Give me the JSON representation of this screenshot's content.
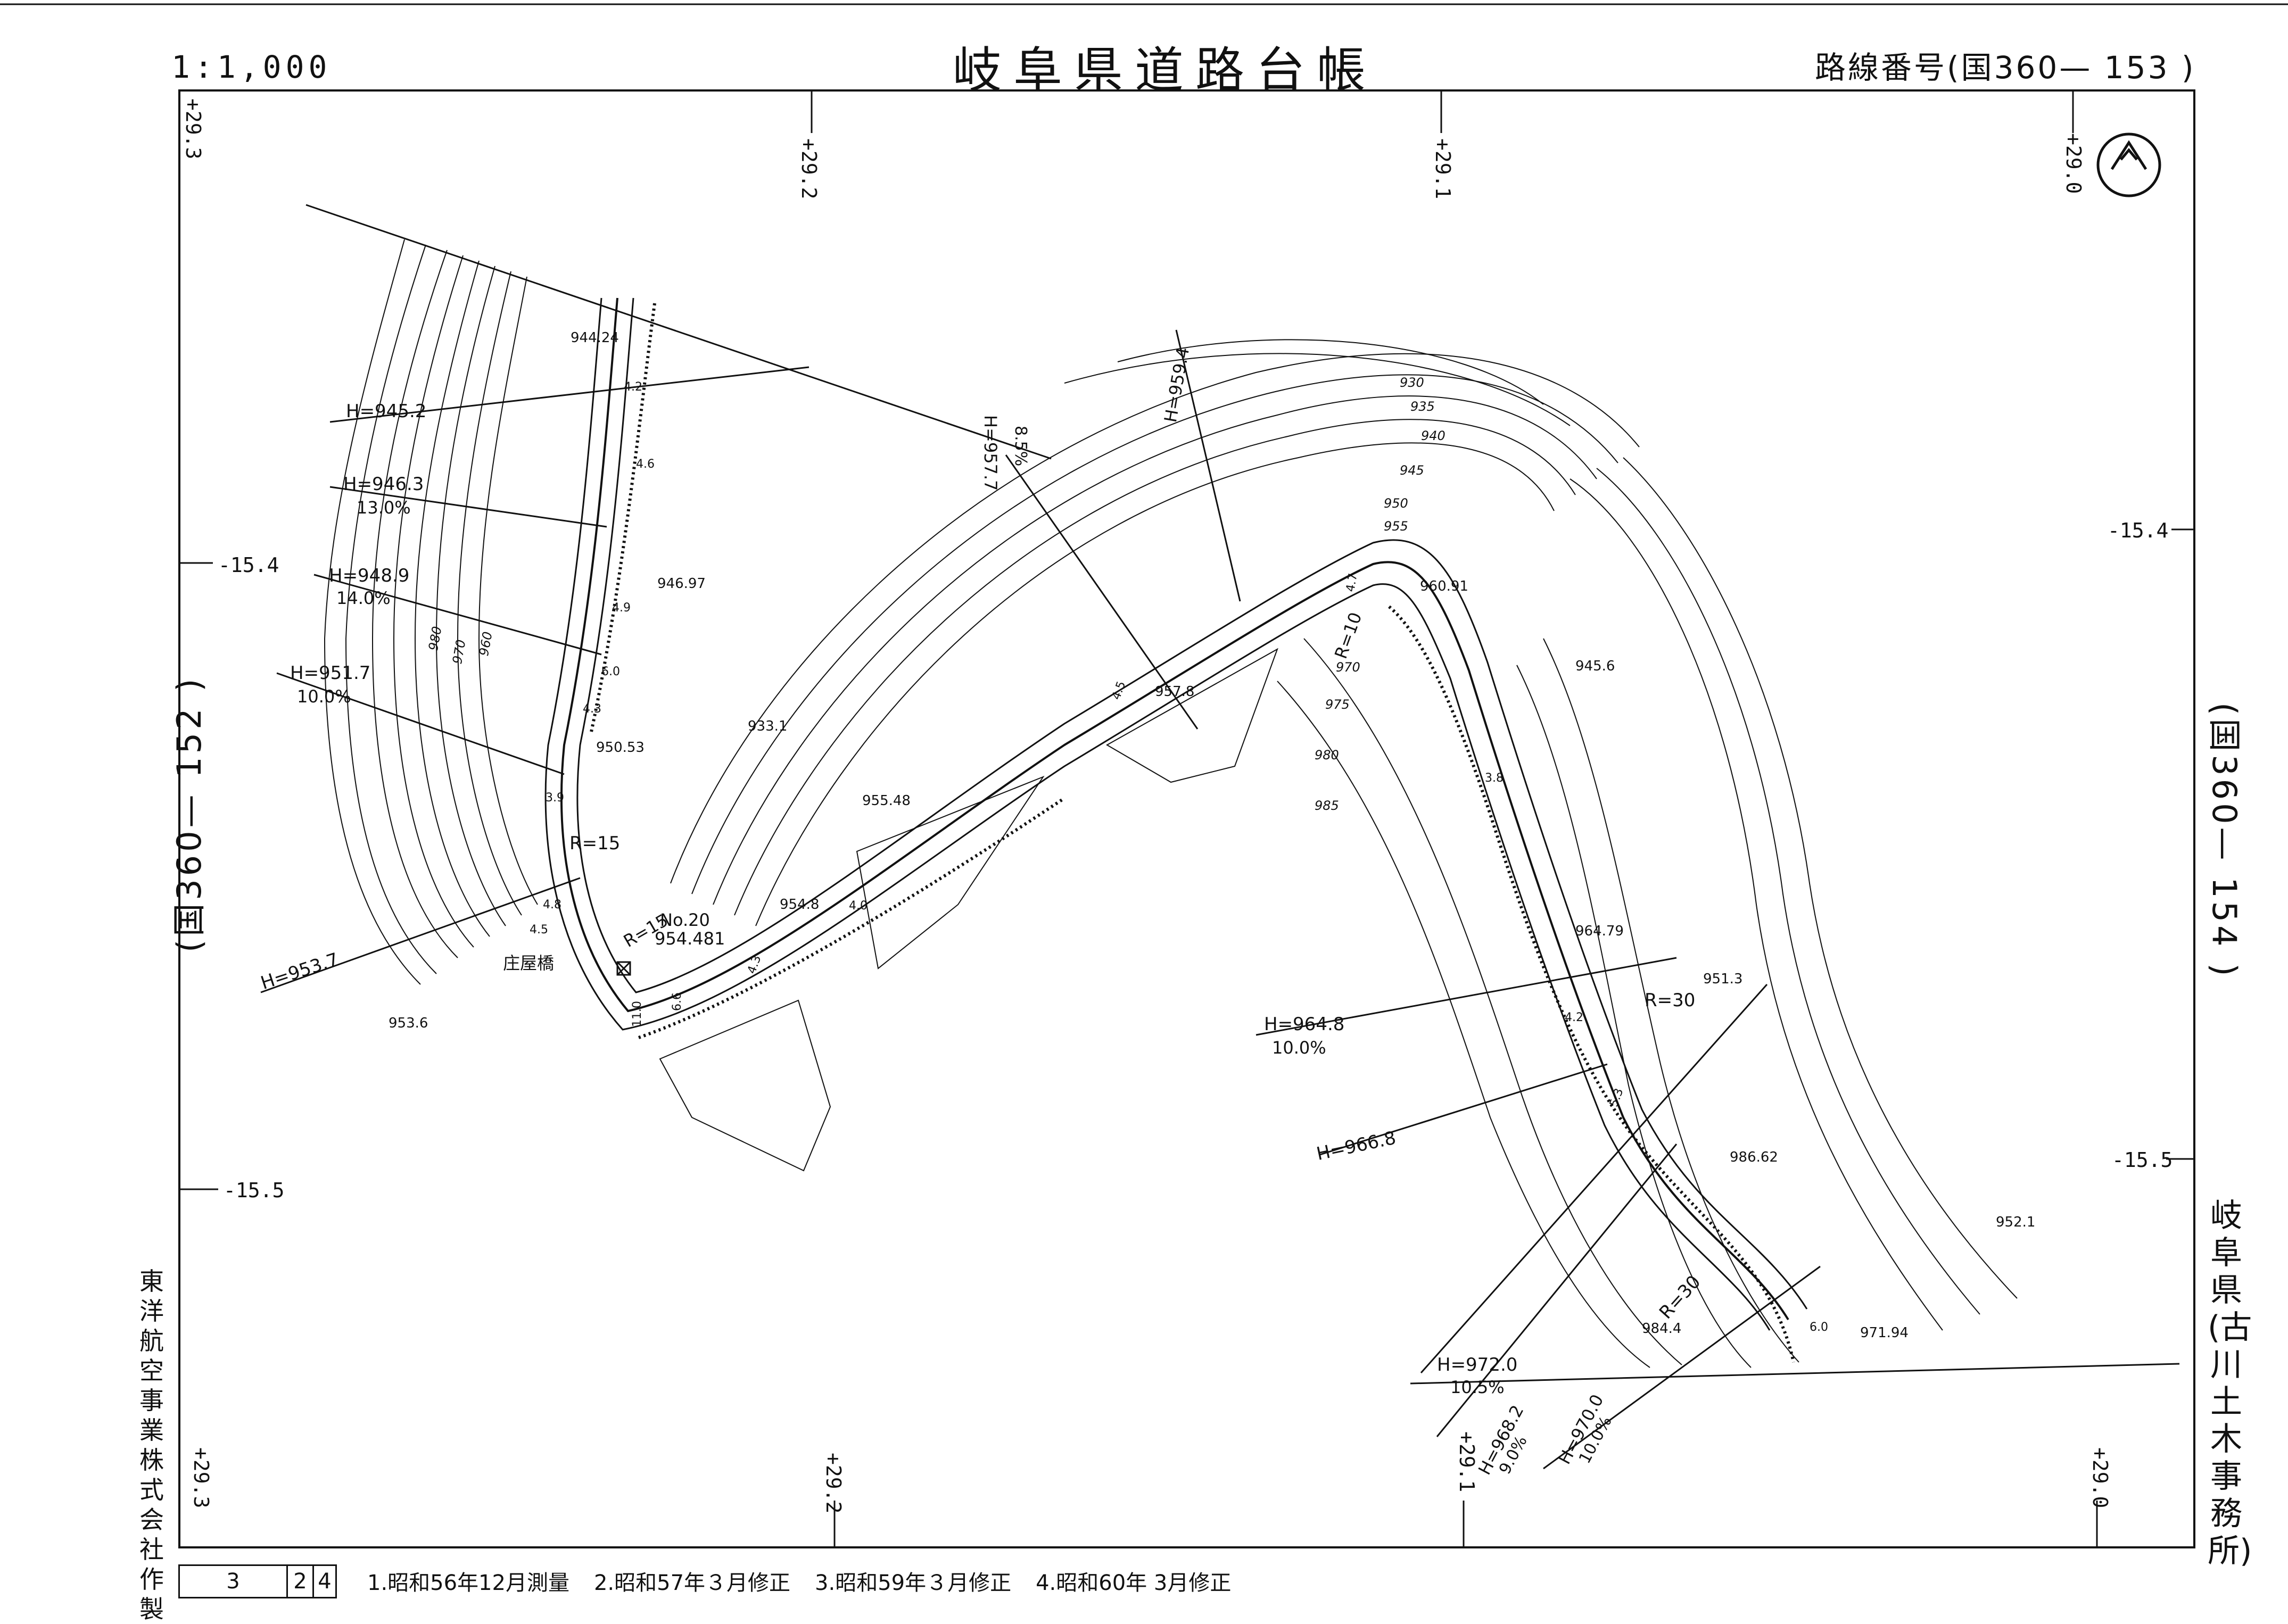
{
  "header": {
    "scale": "1:1,000",
    "title": "岐阜県道路台帳",
    "route_number": "路線番号(国360— 153 )"
  },
  "adjacent_sheets": {
    "left": "(国360— 152 )",
    "right": "(国360— 154 )"
  },
  "office": "岐阜県(古川土木事務所)",
  "maker": "東洋航空事業株式会社作製",
  "sheet_numbers": [
    "3",
    "2",
    "4"
  ],
  "revision_history": [
    "1.昭和56年12月測量",
    "2.昭和57年３月修正",
    "3.昭和59年３月修正",
    "4.昭和60年 3月修正"
  ],
  "grid": {
    "top": [
      "+29.3",
      "+29.2",
      "+29.1",
      "+29.0"
    ],
    "bottom": [
      "+29.3",
      "+29.2",
      "+29.1",
      "+29.0"
    ],
    "left": [
      "-15.4",
      "-15.5"
    ],
    "right": [
      "-15.4",
      "-15.5"
    ]
  },
  "map_labels": {
    "h_labels": [
      "H=945.2",
      "H=946.3",
      "H=948.9",
      "H=951.7",
      "H=953.7",
      "H=957.7",
      "H=959.4",
      "H=964.8",
      "H=966.8",
      "H=972.0",
      "H=968.2",
      "H=970.0"
    ],
    "grades": [
      "13.0%",
      "14.0%",
      "10.0%",
      "8.5%",
      "10.0%",
      "10.5%",
      "9.0%",
      "10.0%"
    ],
    "spot_heights": [
      "944.24",
      "946.97",
      "950.53",
      "933.1",
      "955.48",
      "954.8",
      "957.8",
      "960.91",
      "945.6",
      "964.79",
      "951.3",
      "986.62",
      "952.1",
      "984.4",
      "971.94",
      "953.6"
    ],
    "contours": [
      "930",
      "935",
      "940",
      "945",
      "950",
      "955",
      "970",
      "975",
      "980",
      "985",
      "960",
      "970",
      "980"
    ],
    "curves": [
      "R=15",
      "R=15",
      "R=10",
      "R=30",
      "R=30"
    ],
    "bridge": "庄屋橋",
    "station": "No.20",
    "station_elev": "954.481",
    "widths": [
      "4.2",
      "4.6",
      "4.9",
      "6.0",
      "4.3",
      "3.9",
      "4.8",
      "4.5",
      "4.0",
      "11.0",
      "6.6",
      "4.3",
      "4.7",
      "4.5",
      "3.8",
      "4.2",
      "5.3",
      "6.0"
    ]
  },
  "colors": {
    "ink": "#111111",
    "paper": "#ffffff"
  }
}
